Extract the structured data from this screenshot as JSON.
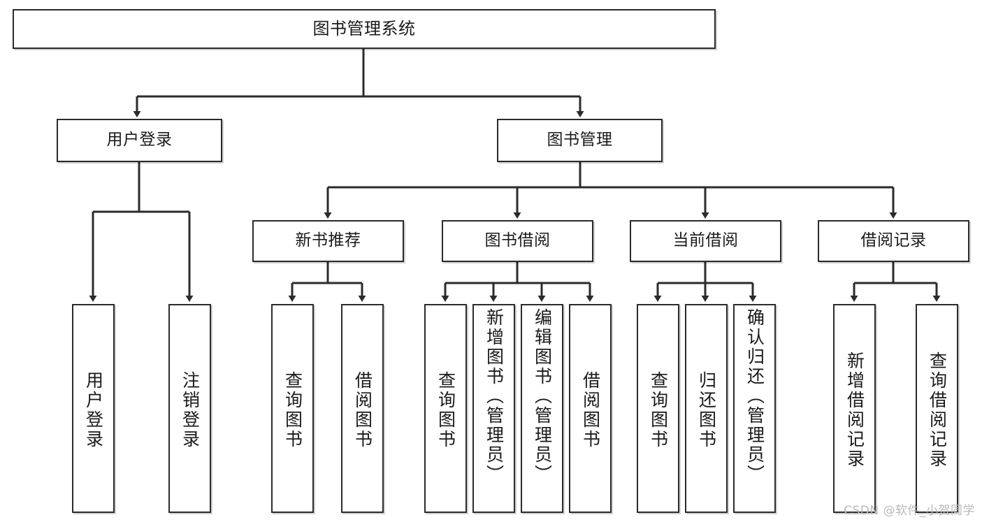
{
  "diagram": {
    "title_node": "图书管理系统",
    "watermark": "CSDN @软件_小贺同学",
    "line_color": "#2b2b2b",
    "box_fill": "#ffffff",
    "text_color": "#1a1a1a",
    "level2": [
      {
        "label": "用户登录"
      },
      {
        "label": "图书管理"
      }
    ],
    "level3": [
      {
        "label": "新书推荐"
      },
      {
        "label": "图书借阅"
      },
      {
        "label": "当前借阅"
      },
      {
        "label": "借阅记录"
      }
    ],
    "leaves": {
      "user_login": [
        {
          "label": "用户登录"
        },
        {
          "label": "注销登录"
        }
      ],
      "new_book_recommend": [
        {
          "label": "查询图书"
        },
        {
          "label": "借阅图书"
        }
      ],
      "book_borrow": [
        {
          "label": "查询图书"
        },
        {
          "label": "新增图书（管理员）"
        },
        {
          "label": "编辑图书（管理员）"
        },
        {
          "label": "借阅图书"
        }
      ],
      "current_borrow": [
        {
          "label": "查询图书"
        },
        {
          "label": "归还图书"
        },
        {
          "label": "确认归还（管理员）"
        }
      ],
      "borrow_record": [
        {
          "label": "新增借阅记录"
        },
        {
          "label": "查询借阅记录"
        }
      ]
    }
  }
}
